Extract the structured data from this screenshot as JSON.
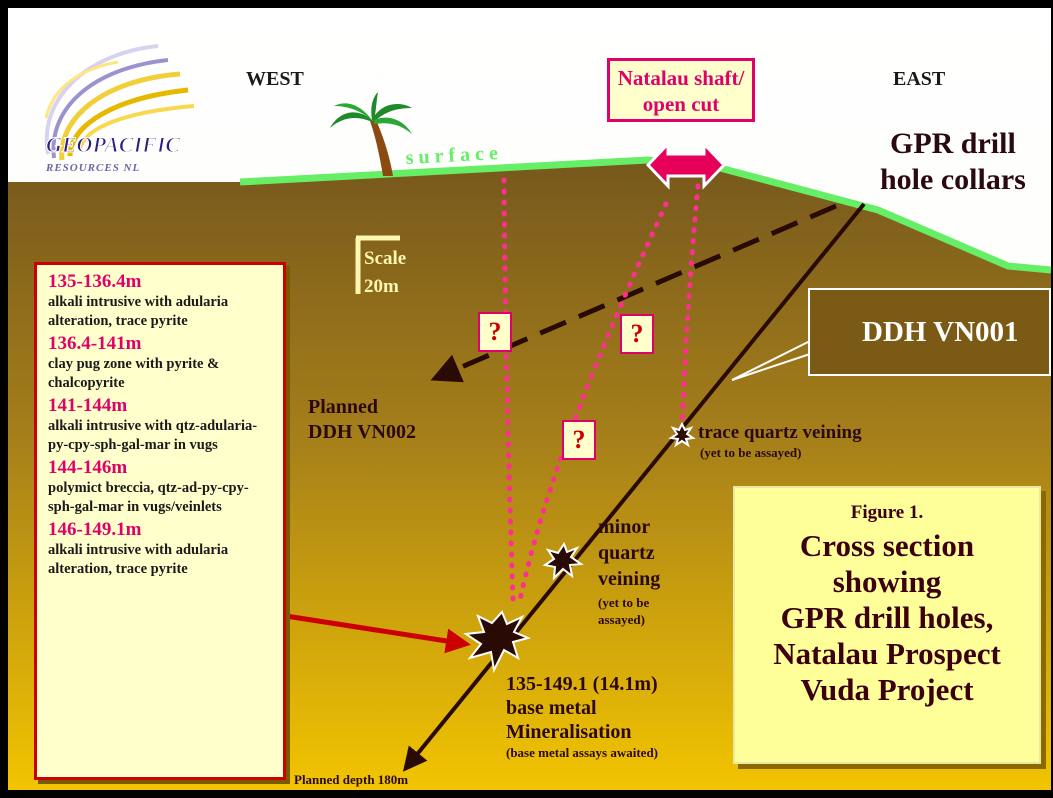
{
  "logo": {
    "name": "GEOPACIFIC",
    "sub": "RESOURCES NL"
  },
  "directions": {
    "west": "WEST",
    "east": "EAST"
  },
  "surface_label": "surface",
  "shaft_label": [
    "Natalau shaft/",
    "open cut"
  ],
  "collars_label": [
    "GPR drill",
    "hole collars"
  ],
  "scale_label": [
    "Scale",
    "20m"
  ],
  "ddh_vn001": "DDH VN001",
  "planned_vn002": [
    "Planned",
    "DDH VN002"
  ],
  "question_mark": "?",
  "trace_quartz": {
    "title": "trace quartz veining",
    "note": "(yet to be assayed)"
  },
  "minor_quartz": {
    "lines": [
      "minor",
      "quartz",
      "veining"
    ],
    "note": [
      "(yet to be",
      "assayed)"
    ]
  },
  "mineralisation": {
    "lines": [
      "135-149.1 (14.1m)",
      "base metal",
      "Mineralisation"
    ],
    "note": "(base metal assays awaited)"
  },
  "planned_depth": "Planned depth 180m",
  "intervals": [
    {
      "range": "135-136.4m",
      "desc": "alkali intrusive with adularia alteration, trace pyrite"
    },
    {
      "range": "136.4-141m",
      "desc": "clay pug zone with pyrite & chalcopyrite"
    },
    {
      "range": "141-144m",
      "desc": "alkali intrusive with qtz-adularia-py-cpy-sph-gal-mar in vugs"
    },
    {
      "range": "144-146m",
      "desc": "polymict breccia, qtz-ad-py-cpy-sph-gal-mar in vugs/veinlets"
    },
    {
      "range": "146-149.1m",
      "desc": "alkali intrusive with adularia alteration, trace pyrite"
    }
  ],
  "figure": {
    "number": "Figure 1.",
    "title": [
      "Cross section",
      "showing",
      "GPR drill holes,",
      "Natalau Prospect",
      "Vuda Project"
    ]
  },
  "colors": {
    "surface_line": "#66ee66",
    "accent": "#e0006a",
    "drill_hole": "#2a0a05",
    "ground_top": "#7a5c1e",
    "ground_bottom": "#f2c200"
  }
}
